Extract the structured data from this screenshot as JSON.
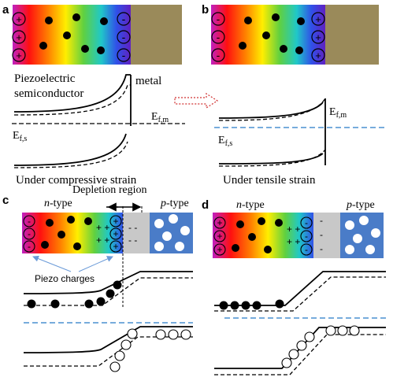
{
  "panels": {
    "a": {
      "letter": "a",
      "left_charges": [
        "+",
        "+",
        "+"
      ],
      "right_charges": [
        "-",
        "-",
        "-"
      ],
      "material_label_line1": "Piezoelectric",
      "material_label_line2": "semiconductor",
      "metal_label": "metal",
      "fermi_semiconductor": "E",
      "fermi_semiconductor_sub": "f,s",
      "fermi_metal": "E",
      "fermi_metal_sub": "f,m",
      "caption": "Under compressive strain"
    },
    "b": {
      "letter": "b",
      "left_charges": [
        "-",
        "-",
        "-"
      ],
      "right_charges": [
        "+",
        "+",
        "+"
      ],
      "fermi_metal": "E",
      "fermi_metal_sub": "f,m",
      "fermi_semiconductor": "E",
      "fermi_semiconductor_sub": "f,s",
      "caption": "Under tensile strain"
    },
    "c": {
      "letter": "c",
      "n_type": "n",
      "p_type": "p",
      "type_suffix": "-type",
      "depletion_label": "Depletion region",
      "piezo_label": "Piezo charges",
      "left_charges": [
        "-",
        "-",
        "-"
      ],
      "right_charges": [
        "+",
        "+",
        "+"
      ],
      "mid_plus": [
        "+ +",
        "+ +"
      ],
      "gray_minus": [
        "- -",
        "- -"
      ]
    },
    "d": {
      "letter": "d",
      "n_type": "n",
      "p_type": "p",
      "type_suffix": "-type",
      "left_charges": [
        "+",
        "+",
        "+"
      ],
      "right_charges": [
        "-",
        "-",
        "-"
      ],
      "mid_plus": [
        "+ +",
        "+ +"
      ],
      "gray_minus": [
        "-",
        "-",
        "-"
      ]
    }
  },
  "colors": {
    "fermi_dashed": "#4a90d0",
    "metal": "#9a8a5a",
    "p_region": "#4a7cc8",
    "depletion_gray": "#c8c8c8",
    "arrow_red": "#d03030"
  }
}
